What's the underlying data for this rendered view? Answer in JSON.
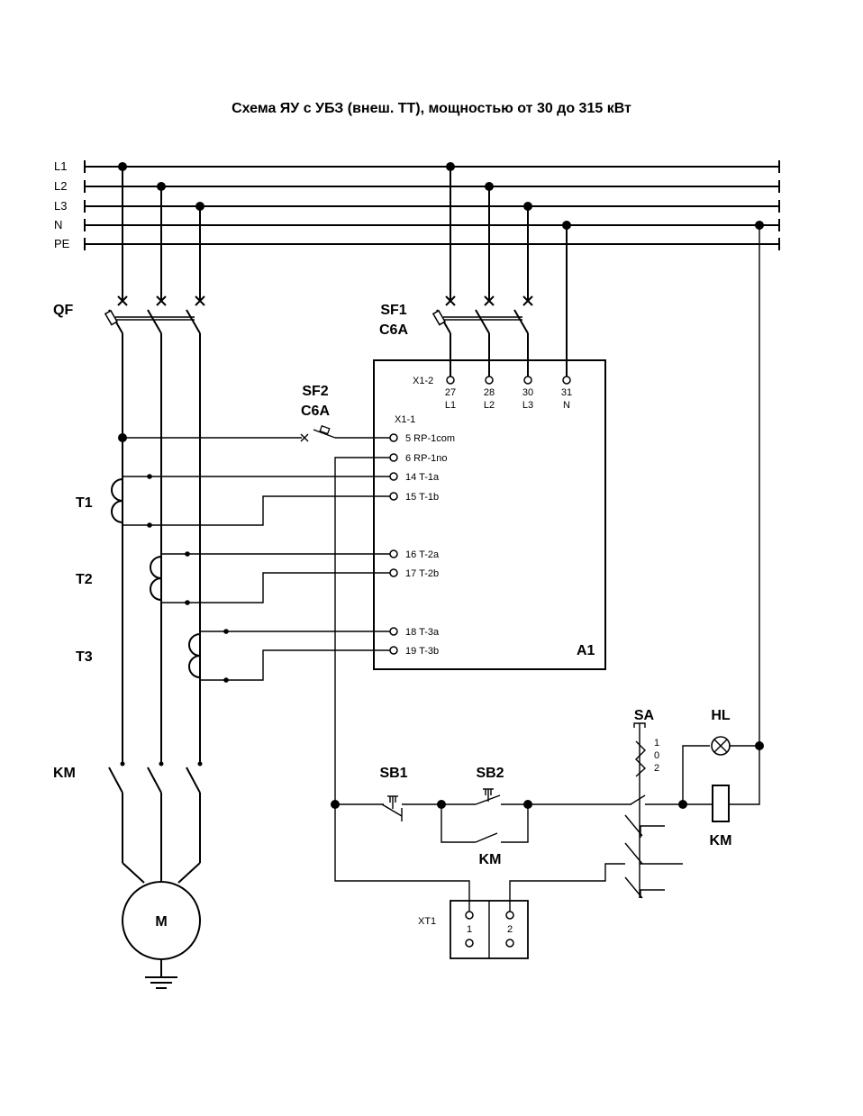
{
  "title": "Схема ЯУ с УБЗ (внеш. ТТ), мощностью от 30 до 315 кВт",
  "buses": [
    "L1",
    "L2",
    "L3",
    "N",
    "PE"
  ],
  "components": {
    "qf": "QF",
    "sf1": "SF1",
    "sf1_rating": "C6A",
    "sf2": "SF2",
    "sf2_rating": "C6A",
    "t1": "T1",
    "t2": "T2",
    "t3": "T3",
    "km": "KM",
    "motor": "M",
    "a1": "A1",
    "sb1": "SB1",
    "sb2": "SB2",
    "km_contact": "KM",
    "sa": "SA",
    "hl": "HL",
    "km_coil": "KM",
    "xt1": "XT1"
  },
  "sa_positions": [
    "1",
    "0",
    "2"
  ],
  "a1": {
    "x12_label": "X1-2",
    "x11_label": "X1-1",
    "top_terminals": [
      {
        "num": "27",
        "name": "L1"
      },
      {
        "num": "28",
        "name": "L2"
      },
      {
        "num": "30",
        "name": "L3"
      },
      {
        "num": "31",
        "name": "N"
      }
    ],
    "side_terminals": [
      "5 RP-1com",
      "6 RP-1no",
      "14 T-1a",
      "15 T-1b",
      "16 T-2a",
      "17 T-2b",
      "18 T-3a",
      "19 T-3b"
    ]
  },
  "xt1_terminals": [
    "1",
    "2"
  ]
}
